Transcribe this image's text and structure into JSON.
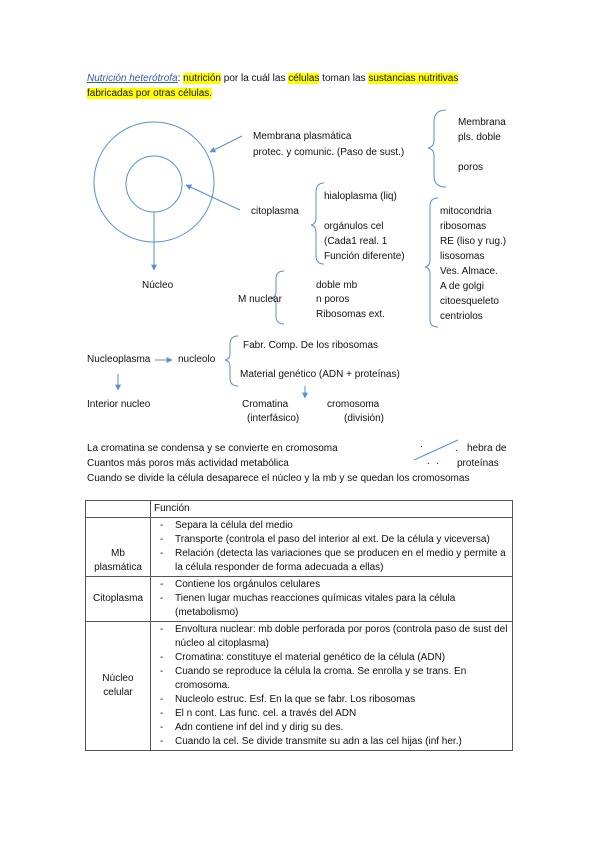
{
  "intro": {
    "term": "Nutrición heterótrofa",
    "colon": ":",
    "w1": "nutrición",
    "t1": " por la cuál las ",
    "w2": "células",
    "t2": " toman las ",
    "w3": "sustancias nutritivas",
    "line2": "fabricadas por otras células."
  },
  "diagram": {
    "membrana_l1": "Membrana plasmática",
    "membrana_l2": "protec. y comunic. (Paso de sust.)",
    "membrana_right": [
      "Membrana",
      "pls. doble",
      "poros"
    ],
    "citoplasma": "citoplasma",
    "cito_items": [
      "hialoplasma (liq)",
      "orgánulos cel",
      "(Cada1 real. 1",
      "Función diferente)"
    ],
    "organulos": [
      "mitocondria",
      "ribosomas",
      "RE (liso y rug.)",
      "lisosomas",
      "Ves. Almace.",
      "A de golgi",
      "citoesqueleto",
      "centriolos"
    ],
    "nucleo": "Núcleo",
    "mnuclear": "M nuclear",
    "mnuclear_items": [
      "doble mb",
      "n poros",
      "Ribosomas ext."
    ],
    "nucleoplasma": "Nucleoplasma",
    "nucleolo": "nucleolo",
    "nucleolo_items": [
      "Fabr. Comp. De los ribosomas",
      "Material genético (ADN + proteínas)"
    ],
    "interior": "Interior nucleo",
    "cromatina": "Cromatina",
    "cromatina_sub": "(interfásico)",
    "cromosoma": "cromosoma",
    "cromosoma_sub": "(división)"
  },
  "notes": [
    "La cromatina se condensa y se convierte en cromosoma",
    "Cuantos más poros más actividad metabólica",
    "Cuando se divide la célula desaparece el núcleo y la mb y se quedan los cromosomas"
  ],
  "side_notes": {
    "n1": "hebra de",
    "n2": "proteínas",
    "dot1": ".",
    "dot2": ".",
    "dot3": ".",
    "dot4": "."
  },
  "table": {
    "header": "Función",
    "rows": [
      {
        "label": "Mb plasmática",
        "items": [
          "Separa la célula del medio",
          "Transporte (controla el paso del interior al ext. De la célula y viceversa)",
          "Relación (detecta las variaciones que se producen en el medio y permite a la célula responder de forma adecuada a ellas)"
        ]
      },
      {
        "label": "Citoplasma",
        "items": [
          "Contiene los orgánulos celulares",
          "Tienen lugar muchas reacciones químicas vitales para la célula (metabolismo)"
        ]
      },
      {
        "label": "Núcleo celular",
        "items": [
          "Envoltura nuclear: mb doble perforada por poros (controla paso de sust del núcleo al citoplasma)",
          "Cromatina: constituye el material genético de la célula (ADN)",
          "Cuando se reproduce la célula la croma. Se enrolla y se trans. En cromosoma.",
          "Nucleolo estruc. Esf. En la que se fabr. Los ribosomas",
          "El n cont. Las func. cel. a través del ADN",
          "Adn contiene inf del ind y dirig su des.",
          "Cuando la cel. Se divide transmite su adn a las cel hijas (inf her.)"
        ]
      }
    ]
  },
  "colors": {
    "highlight": "#ffff00",
    "title": "#2e5aa8",
    "line": "#5b8fd0"
  }
}
